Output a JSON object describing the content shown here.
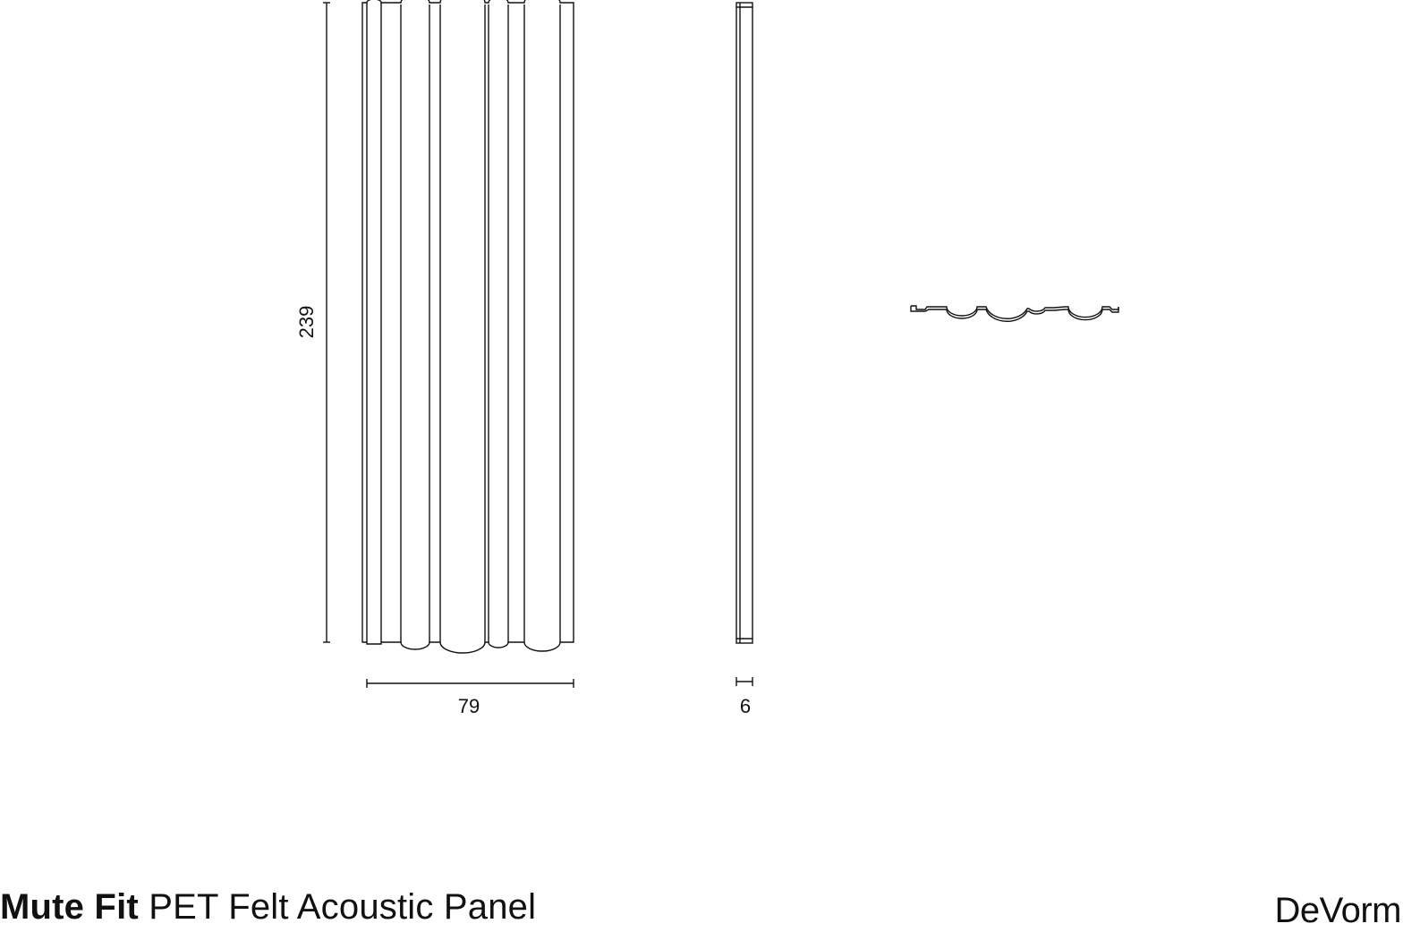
{
  "dimensions": {
    "height": "239",
    "width": "79",
    "thickness": "6"
  },
  "footer": {
    "product_name": "Mute Fit",
    "product_desc": "PET Felt Acoustic Panel",
    "brand": "DeVorm"
  },
  "colors": {
    "line": "#111111",
    "background": "#ffffff"
  }
}
